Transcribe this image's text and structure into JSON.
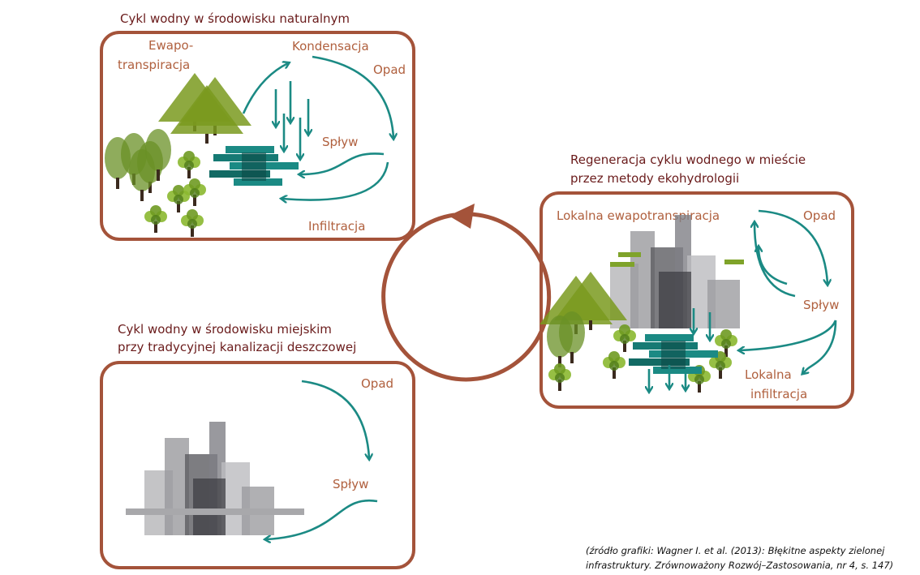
{
  "natural": {
    "title": "Cykl wodny w środowisku naturalnym",
    "labels": {
      "evapo_1": "Ewapo-",
      "evapo_2": "transpiracja",
      "condensation": "Kondensacja",
      "precipitation": "Opad",
      "runoff": "Spływ",
      "infiltration": "Infiltracja"
    }
  },
  "regeneration": {
    "title_1": "Regeneracja cyklu wodnego w mieście",
    "title_2": "przez metody ekohydrologii",
    "labels": {
      "evapo": "Lokalna ewapotranspiracja",
      "precipitation": "Opad",
      "runoff": "Spływ",
      "infiltration_1": "Lokalna",
      "infiltration_2": "infiltracja"
    }
  },
  "urban": {
    "title_1": "Cykl wodny w środowisku miejskim",
    "title_2": "przy tradycyjnej kanalizacji deszczowej",
    "labels": {
      "precipitation": "Opad",
      "runoff": "Spływ"
    }
  },
  "source": {
    "line_1": "(źródło grafiki: Wagner I. et al. (2013): Błękitne aspekty zielonej",
    "line_2": "infrastruktury. Zrównoważony Rozwój–Zastosowania, nr 4, s. 147)"
  },
  "colors": {
    "frame": "#a4533a",
    "label": "#b0603e",
    "title": "#6a1b1b",
    "water": "#1b8a84",
    "tree": "#7fa32a"
  }
}
